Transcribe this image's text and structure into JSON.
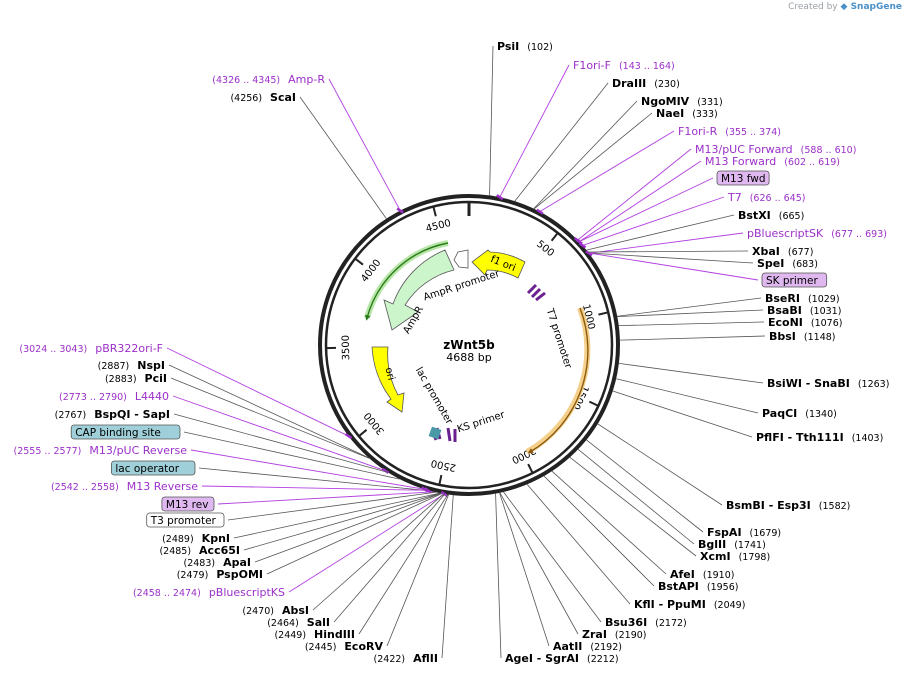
{
  "watermark": {
    "prefix": "Created by",
    "brand": "SnapGene"
  },
  "plasmid": {
    "name": "zWnt5b",
    "size_label": "4688 bp",
    "length": 4688
  },
  "ticks": [
    "500",
    "1000",
    "1500",
    "2000",
    "2500",
    "3000",
    "3500",
    "4000",
    "4500"
  ],
  "features": [
    {
      "label": "f1 ori",
      "color": "#ffff00"
    },
    {
      "label": "AmpR promoter",
      "color": "#ffffff"
    },
    {
      "label": "AmpR",
      "color": "#ccf5cc"
    },
    {
      "label": "ori",
      "color": "#ffff00"
    },
    {
      "label": "lac promoter",
      "color": "#ffffff"
    },
    {
      "label": "KS primer",
      "color": "#ffffff"
    },
    {
      "label": "T7 promoter",
      "color": "#ffffff"
    }
  ],
  "right_labels": [
    {
      "name": "PsiI",
      "pos": "(102)",
      "type": "enzyme"
    },
    {
      "name": "F1ori-F",
      "pos": "(143 .. 164)",
      "type": "primer"
    },
    {
      "name": "DraIII",
      "pos": "(230)",
      "type": "enzyme"
    },
    {
      "name": "NgoMIV",
      "pos": "(331)",
      "type": "enzyme"
    },
    {
      "name": "NaeI",
      "pos": "(333)",
      "type": "enzyme"
    },
    {
      "name": "F1ori-R",
      "pos": "(355 .. 374)",
      "type": "primer"
    },
    {
      "name": "M13/pUC Forward",
      "pos": "(588 .. 610)",
      "type": "primer"
    },
    {
      "name": "M13 Forward",
      "pos": "(602 .. 619)",
      "type": "primer"
    },
    {
      "name": "M13 fwd",
      "pos": "",
      "type": "pbox"
    },
    {
      "name": "T7",
      "pos": "(626 .. 645)",
      "type": "primer"
    },
    {
      "name": "BstXI",
      "pos": "(665)",
      "type": "enzyme"
    },
    {
      "name": "pBluescriptSK",
      "pos": "(677 .. 693)",
      "type": "primer"
    },
    {
      "name": "XbaI",
      "pos": "(677)",
      "type": "enzyme"
    },
    {
      "name": "SpeI",
      "pos": "(683)",
      "type": "enzyme"
    },
    {
      "name": "SK primer",
      "pos": "",
      "type": "pbox"
    },
    {
      "name": "BseRI",
      "pos": "(1029)",
      "type": "enzyme"
    },
    {
      "name": "BsaBI",
      "pos": "(1031)",
      "type": "enzyme"
    },
    {
      "name": "EcoNI",
      "pos": "(1076)",
      "type": "enzyme"
    },
    {
      "name": "BbsI",
      "pos": "(1148)",
      "type": "enzyme"
    },
    {
      "name": "BsiWI - SnaBI",
      "pos": "(1263)",
      "type": "enzyme"
    },
    {
      "name": "PaqCI",
      "pos": "(1340)",
      "type": "enzyme"
    },
    {
      "name": "PflFI - Tth111I",
      "pos": "(1403)",
      "type": "enzyme"
    },
    {
      "name": "BsmBI - Esp3I",
      "pos": "(1582)",
      "type": "enzyme"
    },
    {
      "name": "FspAI",
      "pos": "(1679)",
      "type": "enzyme"
    },
    {
      "name": "BglII",
      "pos": "(1741)",
      "type": "enzyme"
    },
    {
      "name": "XcmI",
      "pos": "(1798)",
      "type": "enzyme"
    },
    {
      "name": "AfeI",
      "pos": "(1910)",
      "type": "enzyme"
    },
    {
      "name": "BstAPI",
      "pos": "(1956)",
      "type": "enzyme"
    },
    {
      "name": "KflI - PpuMI",
      "pos": "(2049)",
      "type": "enzyme"
    },
    {
      "name": "Bsu36I",
      "pos": "(2172)",
      "type": "enzyme"
    },
    {
      "name": "ZraI",
      "pos": "(2190)",
      "type": "enzyme"
    },
    {
      "name": "AatII",
      "pos": "(2192)",
      "type": "enzyme"
    },
    {
      "name": "AgeI - SgrAI",
      "pos": "(2212)",
      "type": "enzyme"
    }
  ],
  "left_labels": [
    {
      "name": "Amp-R",
      "pos": "(4326 .. 4345)",
      "type": "primer"
    },
    {
      "name": "ScaI",
      "pos": "(4256)",
      "type": "enzyme"
    },
    {
      "name": "pBR322ori-F",
      "pos": "(3024 .. 3043)",
      "type": "primer"
    },
    {
      "name": "NspI",
      "pos": "(2887)",
      "type": "enzyme"
    },
    {
      "name": "PciI",
      "pos": "(2883)",
      "type": "enzyme"
    },
    {
      "name": "L4440",
      "pos": "(2773 .. 2790)",
      "type": "primer"
    },
    {
      "name": "BspQI - SapI",
      "pos": "(2767)",
      "type": "enzyme"
    },
    {
      "name": "CAP binding site",
      "pos": "",
      "type": "fbox"
    },
    {
      "name": "M13/pUC Reverse",
      "pos": "(2555 .. 2577)",
      "type": "primer"
    },
    {
      "name": "lac operator",
      "pos": "",
      "type": "fbox"
    },
    {
      "name": "M13 Reverse",
      "pos": "(2542 .. 2558)",
      "type": "primer"
    },
    {
      "name": "M13 rev",
      "pos": "",
      "type": "pbox"
    },
    {
      "name": "T3 promoter",
      "pos": "",
      "type": "wbox"
    },
    {
      "name": "KpnI",
      "pos": "(2489)",
      "type": "enzyme"
    },
    {
      "name": "Acc65I",
      "pos": "(2485)",
      "type": "enzyme"
    },
    {
      "name": "ApaI",
      "pos": "(2483)",
      "type": "enzyme"
    },
    {
      "name": "PspOMI",
      "pos": "(2479)",
      "type": "enzyme"
    },
    {
      "name": "pBluescriptKS",
      "pos": "(2458 .. 2474)",
      "type": "primer"
    },
    {
      "name": "AbsI",
      "pos": "(2470)",
      "type": "enzyme"
    },
    {
      "name": "SalI",
      "pos": "(2464)",
      "type": "enzyme"
    },
    {
      "name": "HindIII",
      "pos": "(2449)",
      "type": "enzyme"
    },
    {
      "name": "EcoRV",
      "pos": "(2445)",
      "type": "enzyme"
    },
    {
      "name": "AflII",
      "pos": "(2422)",
      "type": "enzyme"
    }
  ],
  "colors": {
    "primer": "#9b30c8",
    "pbox_fill": "#e0b8f0",
    "fbox_fill": "#9fcfd8",
    "feature_yellow": "#ffff00",
    "feature_green": "#ccf5cc",
    "orange_arc": "#f0c070",
    "green_arc": "#3a9a2a"
  }
}
